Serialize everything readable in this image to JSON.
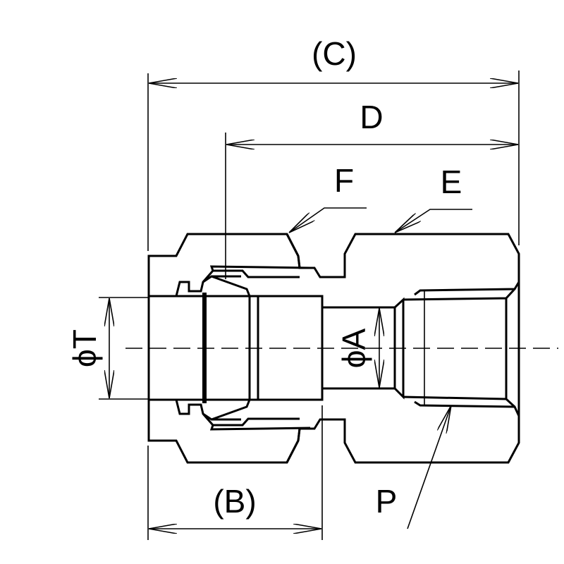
{
  "drawing": {
    "labels": {
      "c": "(C)",
      "d": "D",
      "f": "F",
      "e": "E",
      "b": "(B)",
      "p": "P",
      "phi_t": "ϕT",
      "phi_a": "ϕA"
    }
  }
}
